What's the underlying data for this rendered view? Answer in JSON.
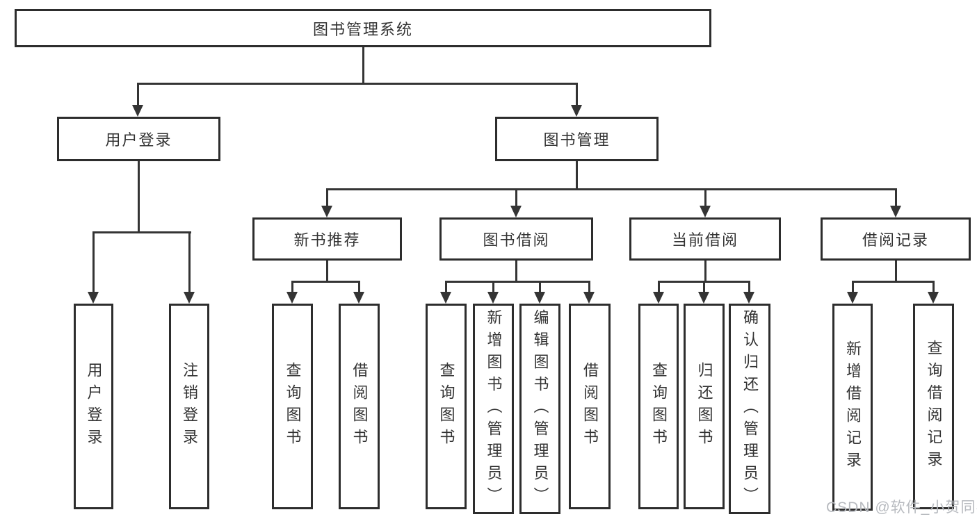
{
  "nodes": {
    "root": {
      "label": "图书管理系统"
    },
    "user_login_group": {
      "label": "用户登录"
    },
    "book_mgmt": {
      "label": "图书管理"
    },
    "new_book_rec": {
      "label": "新书推荐"
    },
    "book_borrow": {
      "label": "图书借阅"
    },
    "current_borrow": {
      "label": "当前借阅"
    },
    "borrow_records": {
      "label": "借阅记录"
    },
    "user_login": {
      "label": "用户登录"
    },
    "logout": {
      "label": "注销登录"
    },
    "nb_query_books": {
      "label": "查询图书"
    },
    "nb_borrow_books": {
      "label": "借阅图书"
    },
    "bb_query_books": {
      "label": "查询图书"
    },
    "bb_add_books": {
      "label": "新增图书（管理员）"
    },
    "bb_edit_books": {
      "label": "编辑图书（管理员）"
    },
    "bb_borrow_books": {
      "label": "借阅图书"
    },
    "cb_query_books": {
      "label": "查询图书"
    },
    "cb_return_books": {
      "label": "归还图书"
    },
    "cb_confirm_return": {
      "label": "确认归还（管理员）"
    },
    "br_add_record": {
      "label": "新增借阅记录"
    },
    "br_query_record": {
      "label": "查询借阅记录"
    }
  },
  "hierarchy": {
    "图书管理系统": {
      "用户登录": [
        "用户登录",
        "注销登录"
      ],
      "图书管理": {
        "新书推荐": [
          "查询图书",
          "借阅图书"
        ],
        "图书借阅": [
          "查询图书",
          "新增图书（管理员）",
          "编辑图书（管理员）",
          "借阅图书"
        ],
        "当前借阅": [
          "查询图书",
          "归还图书",
          "确认归还（管理员）"
        ],
        "借阅记录": [
          "新增借阅记录",
          "查询借阅记录"
        ]
      }
    }
  },
  "watermark": {
    "text": "CSDN @软件_小贺同学"
  },
  "colors": {
    "line": "#343434",
    "box_border": "#2d2d2d",
    "text": "#333333",
    "watermark": "#b7babf",
    "background": "#ffffff"
  }
}
